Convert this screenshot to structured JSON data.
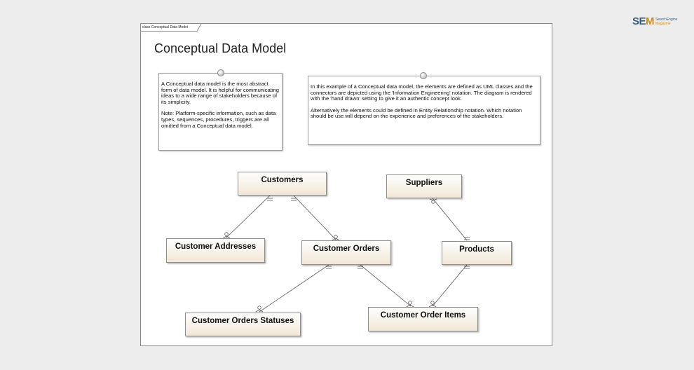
{
  "frame": {
    "tab_label": "class Conceptual Data Model",
    "title": "Conceptual Data Model"
  },
  "notes": [
    {
      "paragraphs": [
        "A Conceptual data model is the most abstract form of data model.  It is helpful for communicating ideas to a wide range of stakeholders because of its simplicity.",
        "Note: Platform-specific information, such as data types, sequences, procedures, triggers are all omitted from a Conceptual data model."
      ]
    },
    {
      "paragraphs": [
        "In this example of a Conceptual data model, the elements are defined as UML classes and the connectors are depicted using the 'Information Engineering' notation.  The diagram is rendered with the 'hand drawn' setting to give it an authentic concept look.",
        "Alternatively  the elements could be defined in Entity Relationship notation. Which notation should be use will depend on the experience and preferences of the stakeholders."
      ]
    }
  ],
  "entities": {
    "customers": "Customers",
    "suppliers": "Suppliers",
    "customer_addresses": "Customer Addresses",
    "customer_orders": "Customer Orders",
    "products": "Products",
    "customer_orders_statuses": "Customer Orders Statuses",
    "customer_order_items": "Customer Order Items"
  },
  "relationships": [
    {
      "from": "customers",
      "to": "customer_addresses",
      "from_end": "one-and-only-one",
      "to_end": "zero-or-many"
    },
    {
      "from": "customers",
      "to": "customer_orders",
      "from_end": "one-and-only-one",
      "to_end": "zero-or-many"
    },
    {
      "from": "suppliers",
      "to": "products",
      "from_end": "zero-or-many",
      "to_end": "one-and-only-one"
    },
    {
      "from": "customer_orders",
      "to": "customer_orders_statuses",
      "from_end": "one-and-only-one",
      "to_end": "zero-or-many"
    },
    {
      "from": "customer_orders",
      "to": "customer_order_items",
      "from_end": "one-and-only-one",
      "to_end": "zero-or-many"
    },
    {
      "from": "products",
      "to": "customer_order_items",
      "from_end": "one-and-only-one",
      "to_end": "zero-or-many"
    }
  ],
  "logo": {
    "brand_main": "SE",
    "brand_accent": "M",
    "line1": "SearchEngine",
    "line2": "Magazine"
  },
  "colors": {
    "entity_fill_top": "#fefefe",
    "entity_fill_bottom": "#f2e7d6",
    "border": "#8e8e8e",
    "brand_blue": "#3b5c7a",
    "brand_orange": "#d08b1a"
  }
}
